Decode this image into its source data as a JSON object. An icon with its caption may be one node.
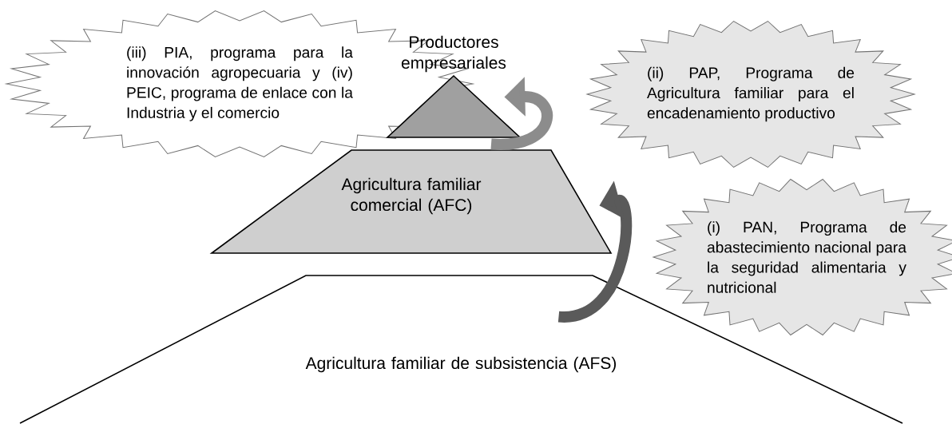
{
  "diagram": {
    "nodes": [
      {
        "text": [
          "(iii) PIA, programa para la innovación agropecuaria y (iv) PEIC, programa de enlace con la Industria y el comercio"
        ]
      },
      {
        "text": [
          "Productores empresariales"
        ]
      },
      {
        "text": [
          "(ii) PAP, Programa de Agricultura familiar para el encadenamiento productivo"
        ]
      },
      {
        "text": [
          "Agricultura familiar comercial (AFC)"
        ]
      },
      {
        "text": [
          "(i) PAN, Programa de abastecimiento nacional para la seguridad alimentaria y nutricional"
        ]
      },
      {
        "text": [
          "Agricultura familiar de subsistencia (AFS)"
        ]
      }
    ],
    "edges": [
      {
        "from": 3,
        "to": 1,
        "arrow": "to"
      },
      {
        "from": 5,
        "to": 3,
        "arrow": "to"
      }
    ]
  }
}
